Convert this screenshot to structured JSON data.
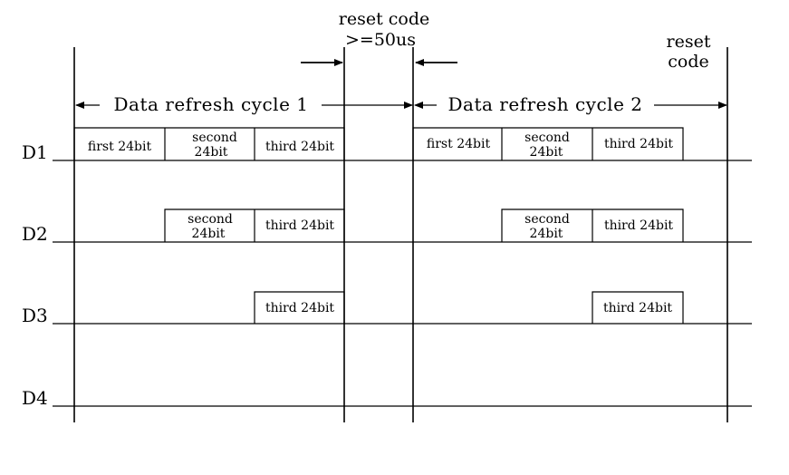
{
  "diagram": {
    "reset_code_label": "reset code",
    "reset_code_duration": ">=50us",
    "reset_label_line1": "reset",
    "reset_label_line2": "code",
    "cycle1_label": "Data refresh cycle 1",
    "cycle2_label": "Data refresh cycle 2",
    "rows": [
      {
        "name": "D1"
      },
      {
        "name": "D2"
      },
      {
        "name": "D3"
      },
      {
        "name": "D4"
      }
    ],
    "blocks": {
      "first_label": "first 24bit",
      "second_line1": "second",
      "second_line2": "24bit",
      "third_label": "third 24bit"
    },
    "line_color": "#000000",
    "background_color": "#ffffff"
  }
}
